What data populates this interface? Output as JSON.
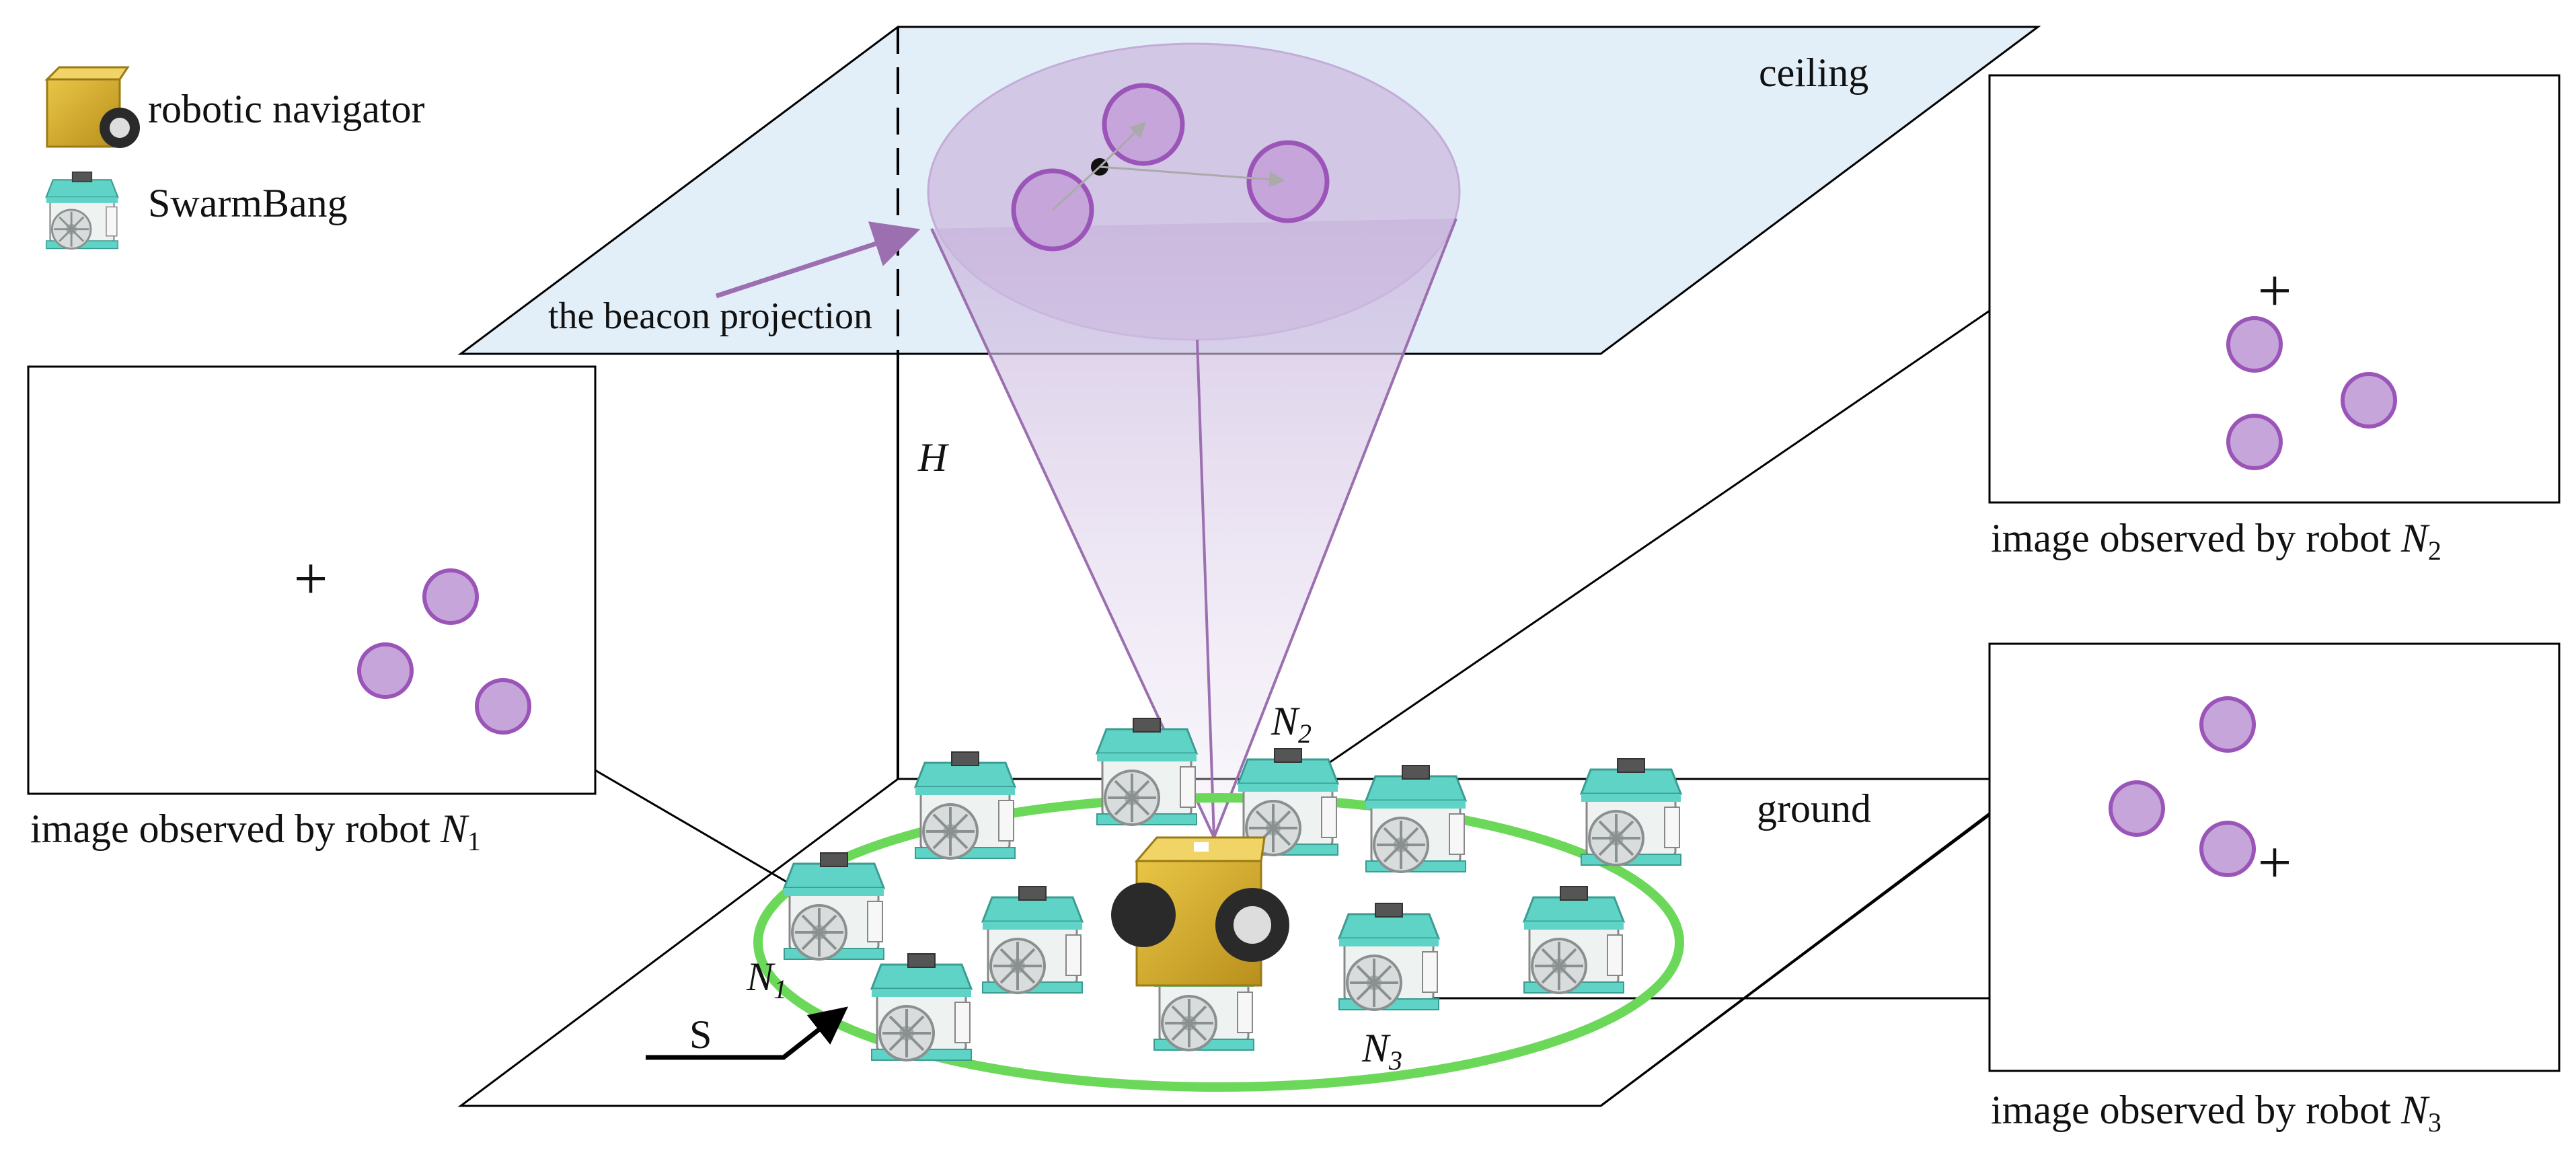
{
  "legend": {
    "navigator_label": "robotic navigator",
    "swarm_label": "SwarmBang"
  },
  "labels": {
    "ceiling": "ceiling",
    "ground": "ground",
    "beacon_projection": "the beacon projection",
    "height": "H",
    "start": "S"
  },
  "robot_labels": {
    "n1_letter": "N",
    "n1_sub": "1",
    "n2_letter": "N",
    "n2_sub": "2",
    "n3_letter": "N",
    "n3_sub": "3"
  },
  "panels": {
    "n1_caption_main": "image observed by robot ",
    "n1_letter": "N",
    "n1_sub": "1",
    "n2_caption_main": "image observed by robot ",
    "n2_letter": "N",
    "n2_sub": "2",
    "n3_caption_main": "image observed by robot ",
    "n3_letter": "N",
    "n3_sub": "3"
  },
  "colors": {
    "ceiling_fill": "#e3eff8",
    "beacon_purple": "#9b6fb0",
    "beacon_fill": "#c9afd8",
    "circle_green": "#6cd85a",
    "robot_teal": "#5fd4c6",
    "navigator_gold": "#d9b233"
  }
}
